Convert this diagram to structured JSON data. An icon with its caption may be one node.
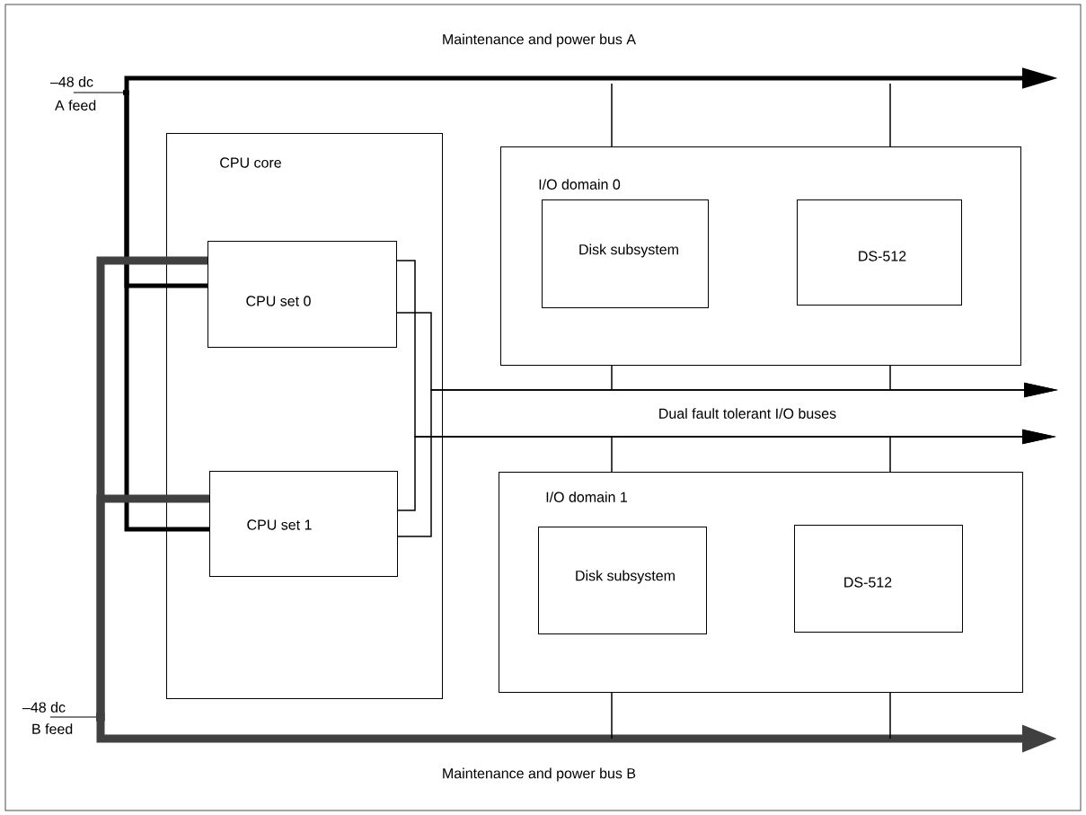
{
  "diagram": {
    "nodes": [
      {
        "text": [
          "–48 dc",
          "A feed"
        ]
      },
      {
        "text": [
          "–48 dc",
          "B feed"
        ]
      },
      {
        "text": [
          "CPU core"
        ]
      },
      {
        "text": [
          "CPU set 0"
        ],
        "in": 2
      },
      {
        "text": [
          "CPU set 1"
        ],
        "in": 2
      },
      {
        "text": [
          "I/O domain 0"
        ]
      },
      {
        "text": [
          "Disk subsystem"
        ],
        "in": 5
      },
      {
        "text": [
          "DS-512"
        ],
        "in": 5
      },
      {
        "text": [
          "I/O domain 1"
        ]
      },
      {
        "text": [
          "Disk subsystem"
        ],
        "in": 8
      },
      {
        "text": [
          "DS-512"
        ],
        "in": 8
      }
    ],
    "edges": [
      {
        "from": 0,
        "to": null,
        "arrow": "to",
        "style": "thick",
        "label": "Maintenance and power bus A"
      },
      {
        "from": 1,
        "to": null,
        "arrow": "to",
        "style": "thick",
        "color": "#404040",
        "label": "Maintenance and power bus B"
      },
      {
        "from": 3,
        "to": 0,
        "arrow": "none",
        "style": "thick"
      },
      {
        "from": 4,
        "to": 0,
        "arrow": "none",
        "style": "thick"
      },
      {
        "from": 3,
        "to": 1,
        "arrow": "none",
        "style": "thick",
        "color": "#404040"
      },
      {
        "from": 4,
        "to": 1,
        "arrow": "none",
        "style": "thick",
        "color": "#404040"
      },
      {
        "from": 3,
        "to": null,
        "arrow": "to",
        "label": "Dual fault tolerant I/O buses"
      },
      {
        "from": 4,
        "to": null,
        "arrow": "to"
      },
      {
        "from": 3,
        "to": null,
        "arrow": "to"
      },
      {
        "from": 4,
        "to": null,
        "arrow": "to"
      },
      {
        "from": 5,
        "to": null,
        "arrow": "none"
      },
      {
        "from": 5,
        "to": null,
        "arrow": "none"
      },
      {
        "from": 5,
        "to": null,
        "arrow": "none"
      },
      {
        "from": 5,
        "to": null,
        "arrow": "none"
      },
      {
        "from": 8,
        "to": null,
        "arrow": "none"
      },
      {
        "from": 8,
        "to": null,
        "arrow": "none"
      },
      {
        "from": 8,
        "to": null,
        "arrow": "none"
      },
      {
        "from": 8,
        "to": null,
        "arrow": "none"
      }
    ]
  }
}
